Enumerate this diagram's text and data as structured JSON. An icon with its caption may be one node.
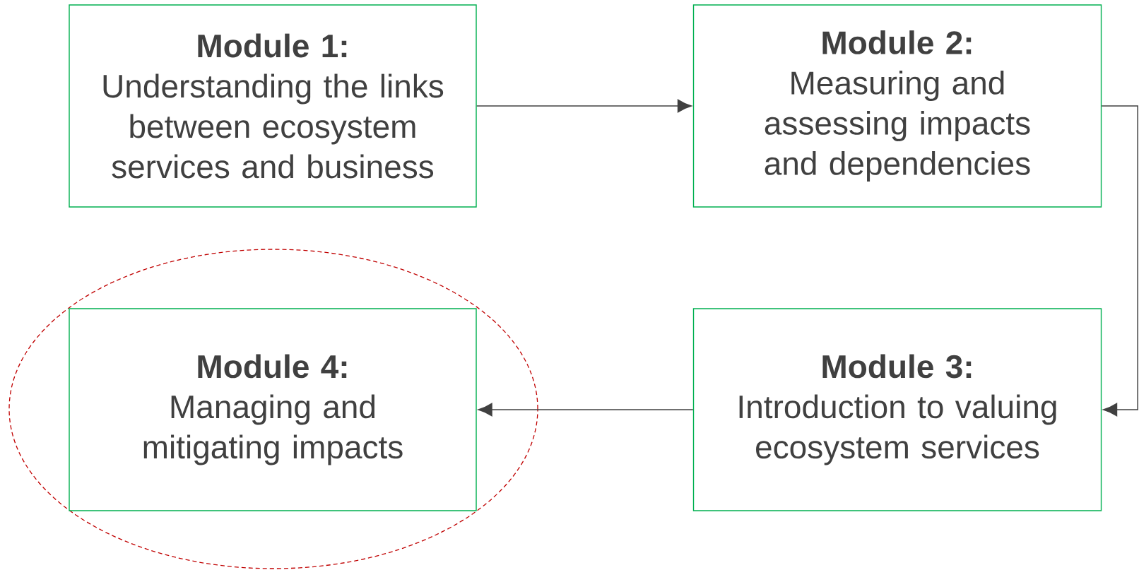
{
  "diagram": {
    "nodes": [
      {
        "text": [
          "Module 1:",
          "Understanding the links between ecosystem services and business"
        ]
      },
      {
        "text": [
          "Module 2:",
          "Measuring and assessing impacts and dependencies"
        ]
      },
      {
        "text": [],
        "shape": "ellipse"
      },
      {
        "text": [
          "Module 4:",
          "Managing and mitigating impacts"
        ],
        "in": 2
      },
      {
        "text": [
          "Module 3:",
          "Introduction to valuing ecosystem services"
        ]
      }
    ],
    "edges": [
      {
        "from": 0,
        "to": 1,
        "arrow": "to"
      },
      {
        "from": 1,
        "to": 4,
        "arrow": "to"
      },
      {
        "from": 4,
        "to": 3,
        "arrow": "to"
      }
    ]
  }
}
